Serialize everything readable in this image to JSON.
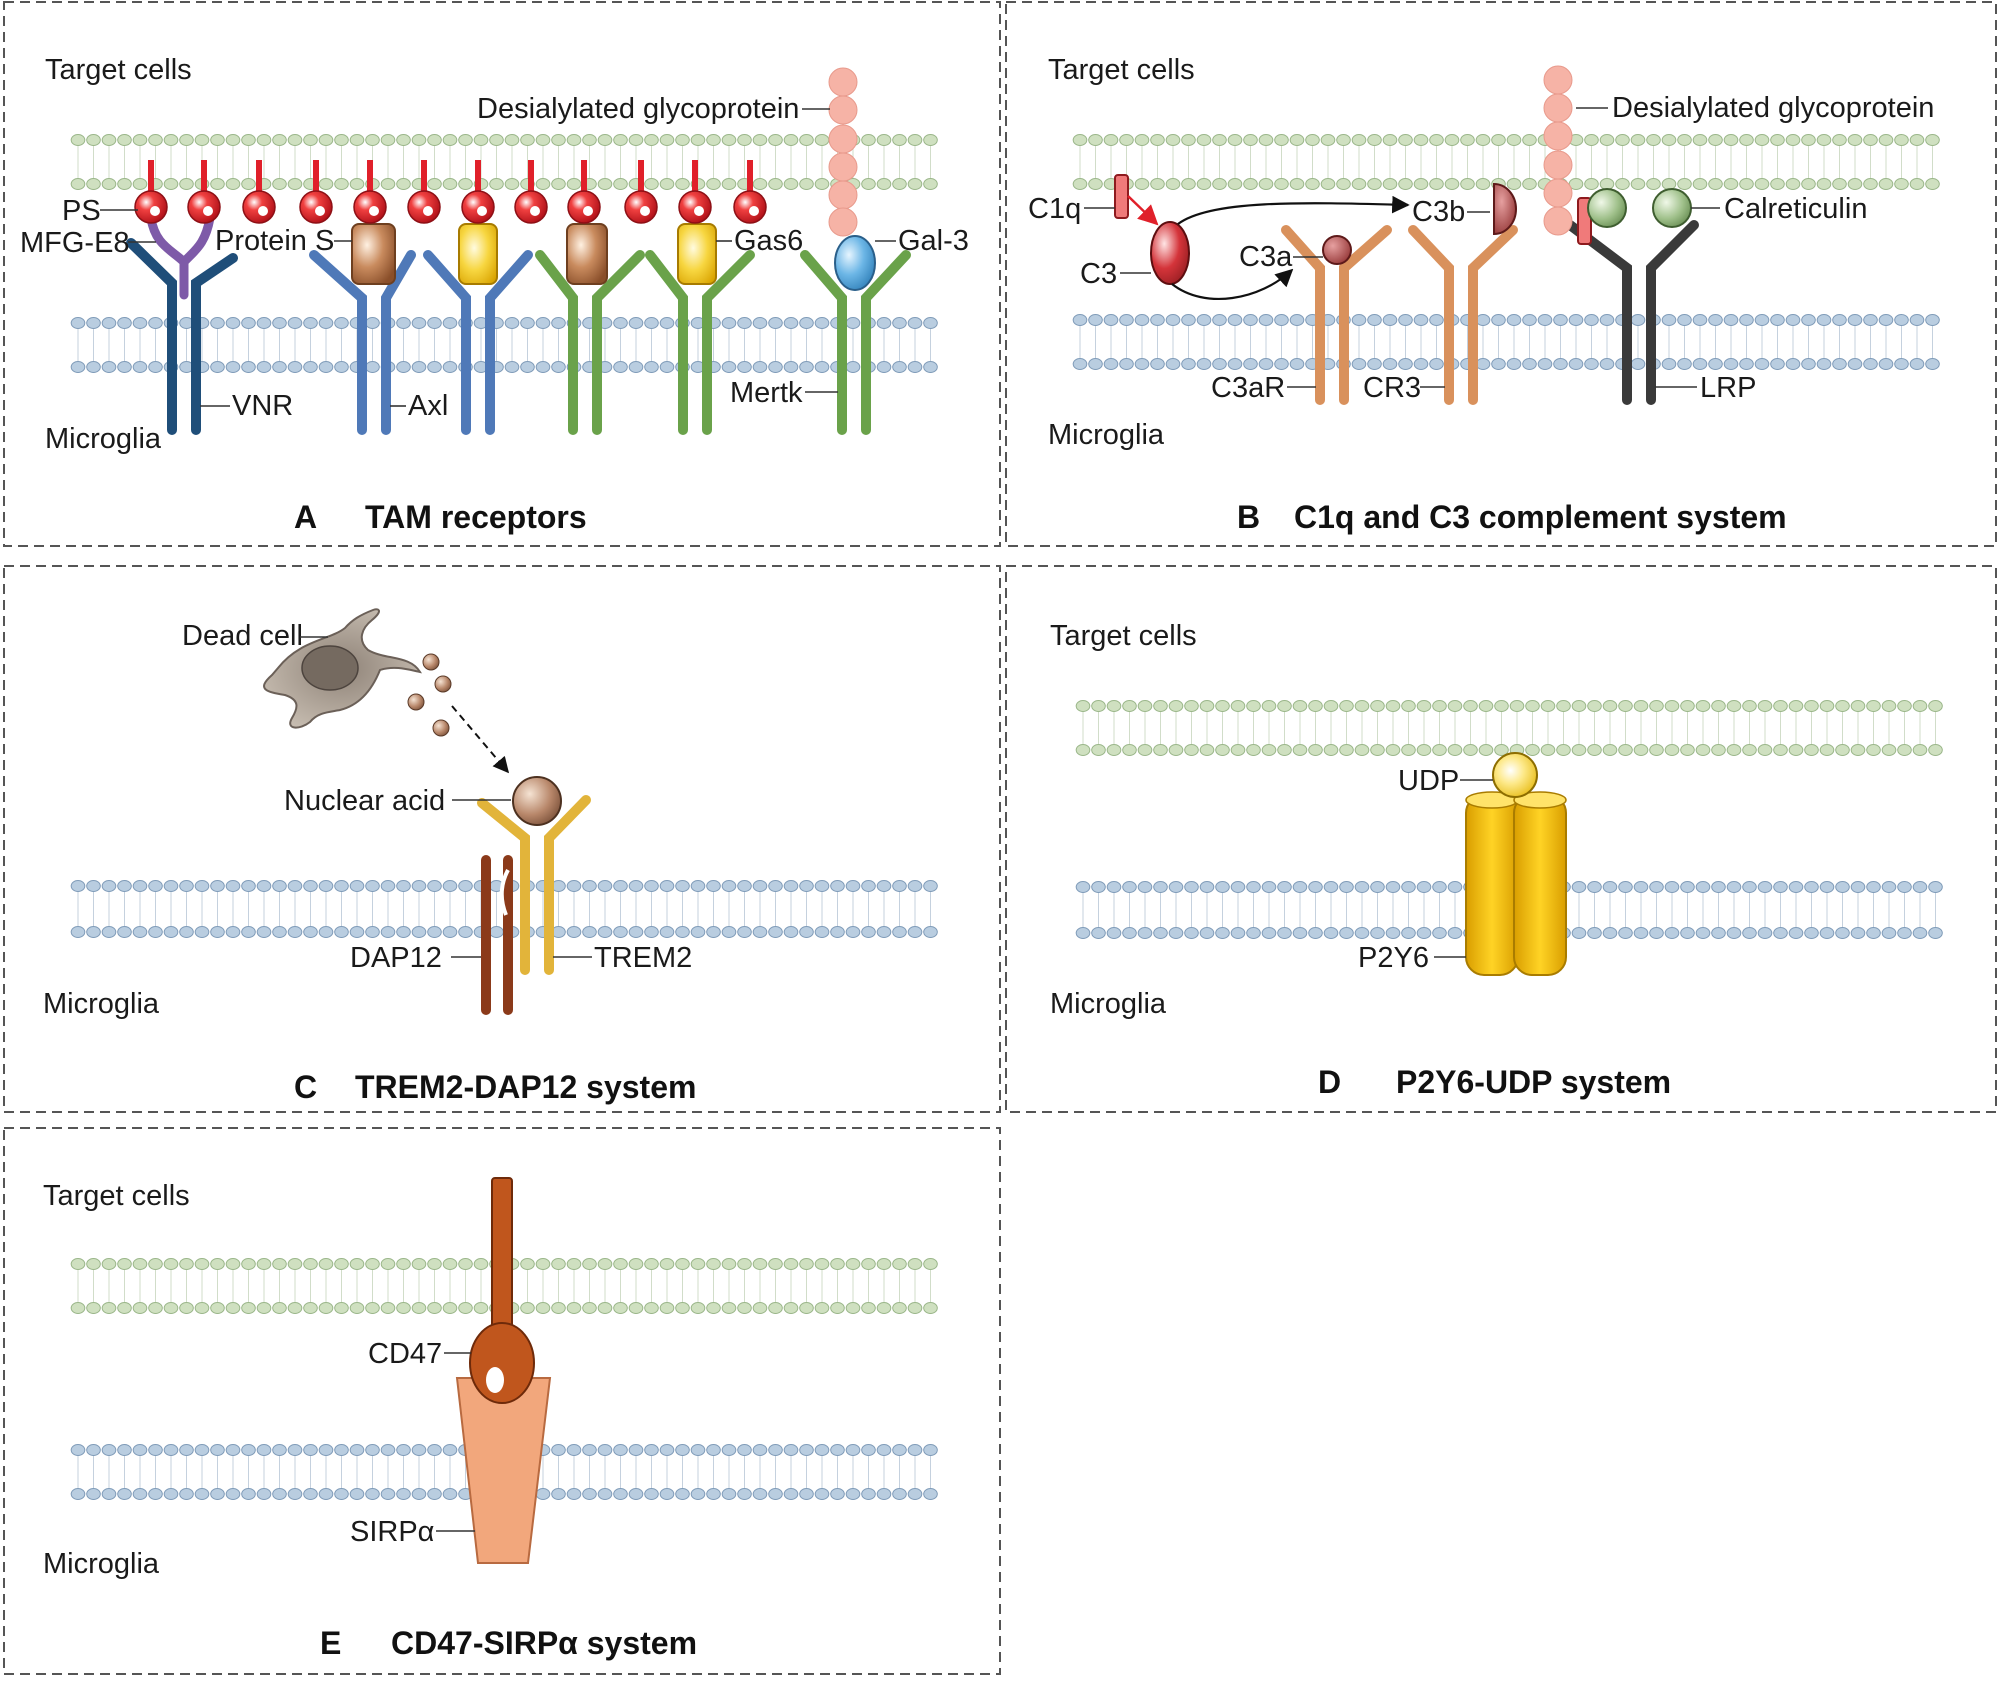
{
  "panels": {
    "A": {
      "letter": "A",
      "title": "TAM receptors",
      "target": "Target cells",
      "microglia": "Microglia",
      "labels": {
        "desialylated": "Desialylated glycoprotein",
        "ps": "PS",
        "mfge8": "MFG-E8",
        "proteinS": "Protein S",
        "gas6": "Gas6",
        "gal3": "Gal-3",
        "vnr": "VNR",
        "axl": "Axl",
        "mertk": "Mertk"
      }
    },
    "B": {
      "letter": "B",
      "title": "C1q and C3 complement system",
      "target": "Target cells",
      "microglia": "Microglia",
      "labels": {
        "desialylated": "Desialylated glycoprotein",
        "c1q": "C1q",
        "c3": "C3",
        "c3a": "C3a",
        "c3b": "C3b",
        "calreticulin": "Calreticulin",
        "c3ar": "C3aR",
        "cr3": "CR3",
        "lrp": "LRP"
      }
    },
    "C": {
      "letter": "C",
      "title": "TREM2-DAP12 system",
      "microglia": "Microglia",
      "labels": {
        "deadcell": "Dead cell",
        "nuclear": "Nuclear acid",
        "dap12": "DAP12",
        "trem2": "TREM2"
      }
    },
    "D": {
      "letter": "D",
      "title": "P2Y6-UDP system",
      "target": "Target cells",
      "microglia": "Microglia",
      "labels": {
        "udp": "UDP",
        "p2y6": "P2Y6"
      }
    },
    "E": {
      "letter": "E",
      "title": "CD47-SIRPα system",
      "target": "Target cells",
      "microglia": "Microglia",
      "labels": {
        "cd47": "CD47",
        "sirpa": "SIRPα"
      }
    }
  },
  "colors": {
    "greenMembrane": "#cfe0c0",
    "blueMembrane": "#b9cde0",
    "vnr": "#1f4e79",
    "mfge8": "#7e5aa8",
    "axl": "#4f79b8",
    "mertk": "#6aa24a",
    "ps": "#e0202a",
    "proteinS": "#c98b5e",
    "gas6": "#f2c41b",
    "gal3": "#5aa7dc",
    "glyco": "#f6b3a6",
    "c3ar": "#d9915c",
    "lrp": "#3a3a3a",
    "calreticulin": "#8fb07a",
    "dap12": "#8b3a1a",
    "trem2": "#e2b43a",
    "p2y6": "#f4c20d",
    "cd47": "#c0561d",
    "sirpa": "#f2a77c"
  }
}
